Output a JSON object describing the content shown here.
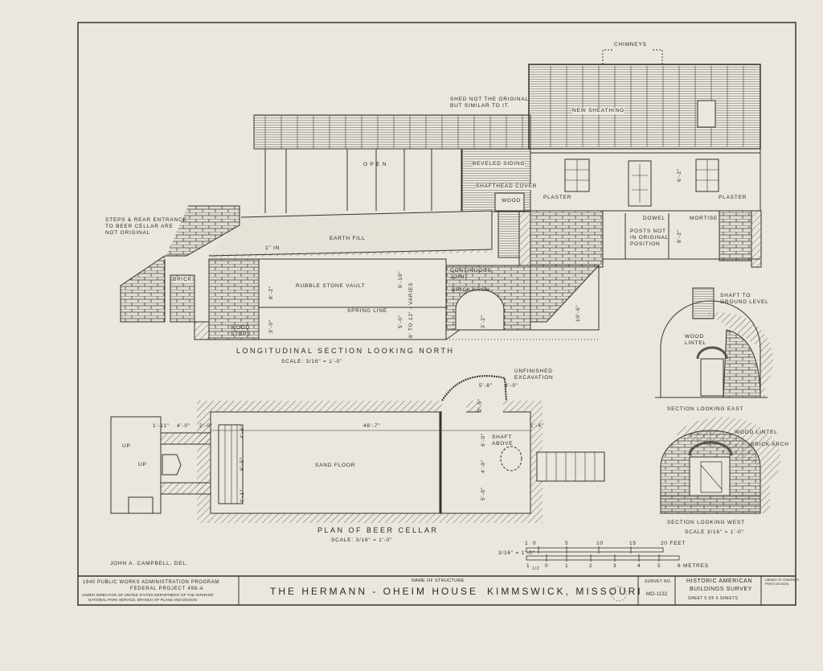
{
  "elevation": {
    "chimneys": "CHIMNEYS",
    "shed_note": "SHED NOT THE ORIGINAL\nBUT SIMILAR TO IT.",
    "new_sheathing": "NEW SHEATHING",
    "open": "O P E N",
    "beveled_siding": "BEVELED SIDING",
    "shafthead_cover": "SHAFTHEAD COVER",
    "wood": "WOOD",
    "plaster_left": "PLASTER",
    "plaster_right": "PLASTER",
    "dowel": "DOWEL",
    "mortise": "MORTISE",
    "posts_note": "POSTS NOT\nIN ORIGINAL\nPOSITION",
    "dim_upper": "6'-2\"",
    "dim_lower": "8'-2\""
  },
  "longitudinal_section": {
    "steps_note": "STEPS & REAR ENTRANCE\nTO BEER CELLAR ARE\nNOT ORIGINAL",
    "earth_fill": "EARTH FILL",
    "fill_dim": "1\" IN",
    "brick": "BRICK",
    "rubble_stone_vault": "RUBBLE STONE VAULT",
    "spring_line": "SPRING LINE",
    "wood_steps": "WOOD\nSTEPS",
    "continuous_joint": "CONTINUOUS\nJOINT",
    "brick_arch": "BRICK ARCH",
    "dim_vault": "8'-2\"",
    "dim_wall": "3'-0\"",
    "dim_vault2": "6'-10\"",
    "dim_wall2": "5'-0\"",
    "dim_varies": "6' TO 12' - VARIES",
    "dim_arch": "3'-2\"",
    "dim_slope": "10'-6\"",
    "title": "LONGITUDINAL SECTION LOOKING NORTH",
    "scale": "SCALE: 3/16\" = 1'-0\""
  },
  "plan": {
    "unfinished_excavation": "UNFINISHED\nEXCAVATION",
    "dim_shaft_w": "5'-8\"",
    "dim_shaft_r": "4'-0\"",
    "dim_shaft_d": "2'-5\"",
    "dim_length": "48'-7\"",
    "dim_1_11": "1'-11\"",
    "dim_4_0": "4'-0\"",
    "dim_2_0": "2'-0\"",
    "dim_4_6": "4'-6\"",
    "dim_6_5": "6'-5\"",
    "dim_4_1": "4'-1\"",
    "dim_6_0": "6'-0\"",
    "dim_4_0b": "4'-0\"",
    "dim_5_0": "5'-0\"",
    "dim_1_4": "1'-4\"",
    "up1": "UP",
    "up2": "UP",
    "shaft_above": "SHAFT\nABOVE",
    "sand_floor": "SAND FLOOR",
    "title": "PLAN OF BEER CELLAR",
    "scale": "SCALE: 3/16\" = 1'-0\""
  },
  "section_east": {
    "shaft_note": "SHAFT TO\nGROUND LEVEL",
    "wood_lintel": "WOOD\nLINTEL",
    "title": "SECTION LOOKING EAST"
  },
  "section_west": {
    "wood_lintel": "WOOD LINTEL",
    "brick_arch": "BRICK ARCH",
    "title": "SECTION LOOKING WEST",
    "scale": "SCALE 3/16\" = 1'-0\""
  },
  "scale_bar": {
    "ratio": "3/16\" = 1'-0\"",
    "feet_ticks": [
      "1",
      "0",
      "5",
      "10",
      "15",
      "20 FEET"
    ],
    "metre_ticks": [
      "1",
      "1/2",
      "0",
      "1",
      "2",
      "3",
      "4",
      "5",
      "6 METRES"
    ]
  },
  "delineator": "JOHN A. CAMPBELL, DEL.",
  "title_block": {
    "program_line1": "1940 PUBLIC WORKS ADMINISTRATION PROGRAM",
    "program_line2": "FEDERAL PROJECT 498-A",
    "program_line3": "UNDER DIRECTION OF UNITED STATES DEPARTMENT OF THE INTERIOR",
    "program_line4": "NATIONAL PARK SERVICE, BRANCH OF PLANS AND DESIGN",
    "name_label": "NAME OF STRUCTURE",
    "structure_name": "THE HERMANN - OHEIM HOUSE",
    "location": "KIMMSWICK, MISSOURI",
    "survey_label": "SURVEY NO.",
    "survey_no": "MO-1132",
    "agency1": "HISTORIC AMERICAN",
    "agency2": "BUILDINGS SURVEY",
    "sheet": "SHEET 5 OF 6 SHEETS",
    "library": "LIBRARY OF CONGRESS\nPRINTS DIVISION"
  },
  "colors": {
    "paper": "#ebe7de",
    "ink": "#2a2a2a"
  }
}
